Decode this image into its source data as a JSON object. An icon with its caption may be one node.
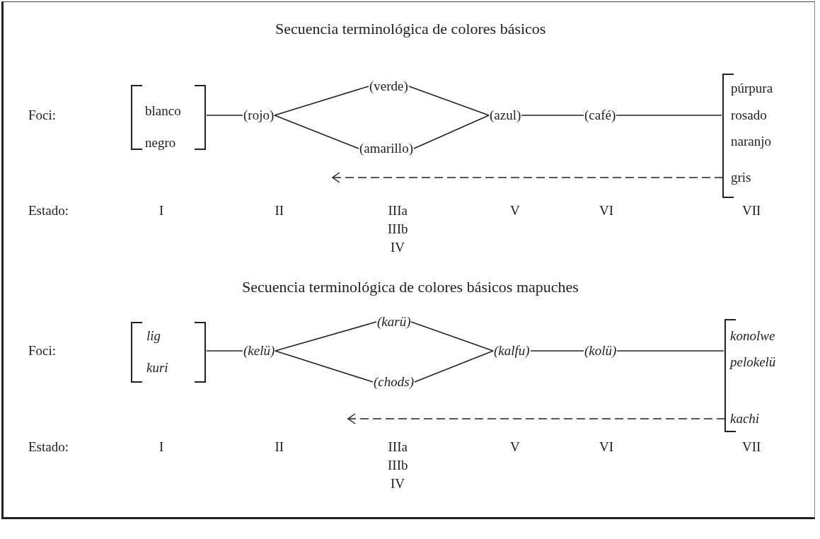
{
  "diagram": {
    "nodes": [
      {
        "text": [
          "blanco",
          "negro"
        ]
      },
      {
        "text": [
          "(rojo)"
        ]
      },
      {
        "text": [
          "(verde)"
        ]
      },
      {
        "text": [
          "(amarillo)"
        ]
      },
      {
        "text": [
          "(azul)"
        ]
      },
      {
        "text": [
          "(café)"
        ]
      },
      {
        "text": [
          "púrpura",
          "rosado",
          "naranjo",
          "gris"
        ]
      },
      {
        "text": [
          "lig",
          "kuri"
        ]
      },
      {
        "text": [
          "(kelü)"
        ]
      },
      {
        "text": [
          "(karü)"
        ]
      },
      {
        "text": [
          "(chods)"
        ]
      },
      {
        "text": [
          "(kalfu)"
        ]
      },
      {
        "text": [
          "(kolü)"
        ]
      },
      {
        "text": [
          "konolwe",
          "pelokelü",
          "kachi"
        ]
      }
    ],
    "edges": [
      {
        "from": 0,
        "to": 1,
        "arrow": "none"
      },
      {
        "from": 1,
        "to": 2,
        "arrow": "none"
      },
      {
        "from": 1,
        "to": 3,
        "arrow": "none"
      },
      {
        "from": 2,
        "to": 4,
        "arrow": "none"
      },
      {
        "from": 3,
        "to": 4,
        "arrow": "none"
      },
      {
        "from": 4,
        "to": 5,
        "arrow": "none"
      },
      {
        "from": 5,
        "to": 6,
        "arrow": "none"
      },
      {
        "from": 6,
        "to": null,
        "arrow": "to",
        "style": "dashed"
      },
      {
        "from": 7,
        "to": 8,
        "arrow": "none"
      },
      {
        "from": 8,
        "to": 9,
        "arrow": "none"
      },
      {
        "from": 8,
        "to": 10,
        "arrow": "none"
      },
      {
        "from": 9,
        "to": 11,
        "arrow": "none"
      },
      {
        "from": 10,
        "to": 11,
        "arrow": "none"
      },
      {
        "from": 11,
        "to": 12,
        "arrow": "none"
      },
      {
        "from": 12,
        "to": 13,
        "arrow": "none"
      },
      {
        "from": 13,
        "to": null,
        "arrow": "to",
        "style": "dashed"
      }
    ],
    "labels": [
      "Secuencia terminológica de colores básicos",
      "Foci:",
      "Estado:",
      "I",
      "II",
      "IIIa",
      "IIIb",
      "IV",
      "V",
      "VI",
      "VII",
      "Secuencia terminológica de colores básicos mapuches",
      "Foci:",
      "Estado:",
      "I",
      "II",
      "IIIa",
      "IIIb",
      "IV",
      "V",
      "VI",
      "VII"
    ]
  }
}
